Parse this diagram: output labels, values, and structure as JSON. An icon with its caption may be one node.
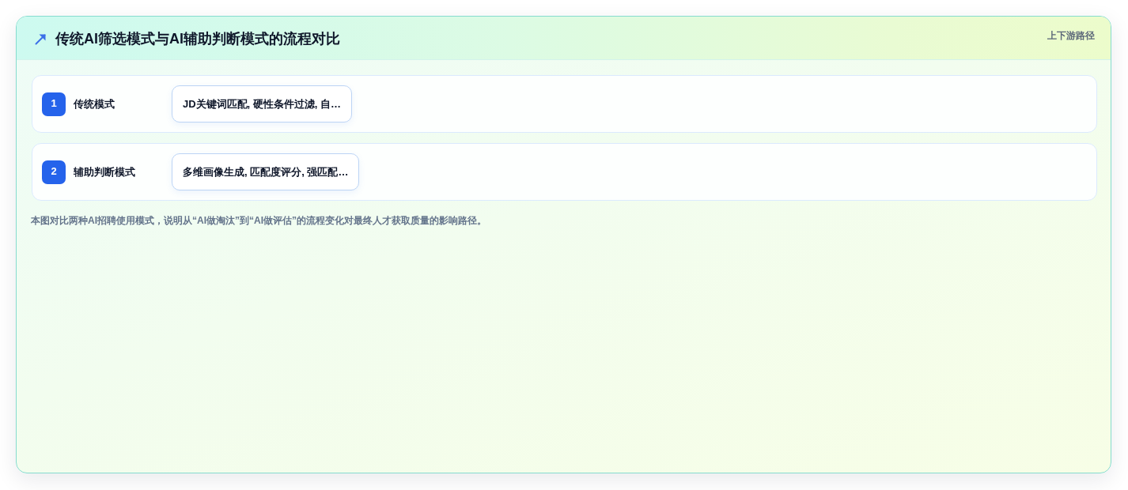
{
  "diagram": {
    "title": "传统AI筛选模式与AI辅助判断模式的流程对比",
    "caption": "本图对比两种AI招聘使用模式，说明从“AI做淘汰”到“AI做评估”的流程变化对最终人才获取质量的影响路径。",
    "nodes": [
      {
        "text": [
          "传统模式"
        ]
      },
      {
        "text": [
          "1"
        ],
        "in": 0
      },
      {
        "text": [
          "JD关键词匹配, 硬性条件过滤, 自…"
        ],
        "in": 0
      },
      {
        "text": [
          "辅助判断模式"
        ]
      },
      {
        "text": [
          "2"
        ],
        "in": 3
      },
      {
        "text": [
          "多维画像生成, 匹配度评分, 强匹配…"
        ],
        "in": 3
      }
    ],
    "labels": [
      "上下游路径"
    ]
  }
}
